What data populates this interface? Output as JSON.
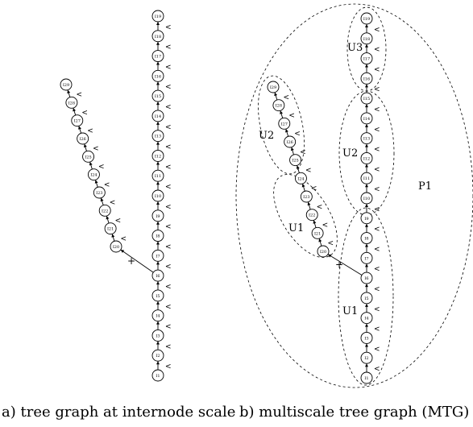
{
  "node_labels": {
    "main": [
      "I1",
      "I2",
      "I3",
      "I4",
      "I5",
      "I6",
      "I7",
      "I8",
      "I9",
      "I10",
      "I11",
      "I12",
      "I13",
      "I14",
      "I15",
      "I16",
      "I17",
      "I18",
      "I19"
    ],
    "branch": [
      "I20",
      "I21",
      "I22",
      "I23",
      "I24",
      "I25",
      "I26",
      "I27",
      "I28",
      "I29"
    ]
  },
  "symbols": {
    "branching": "+",
    "succession": "<"
  },
  "units": {
    "plant": "P1",
    "main_lower": "U1",
    "main_middle": "U2",
    "main_upper": "U3",
    "branch_lower": "U1",
    "branch_upper": "U2"
  },
  "captions": {
    "a": "a) tree graph at internode scale",
    "b": "b) multiscale tree graph (MTG)"
  }
}
